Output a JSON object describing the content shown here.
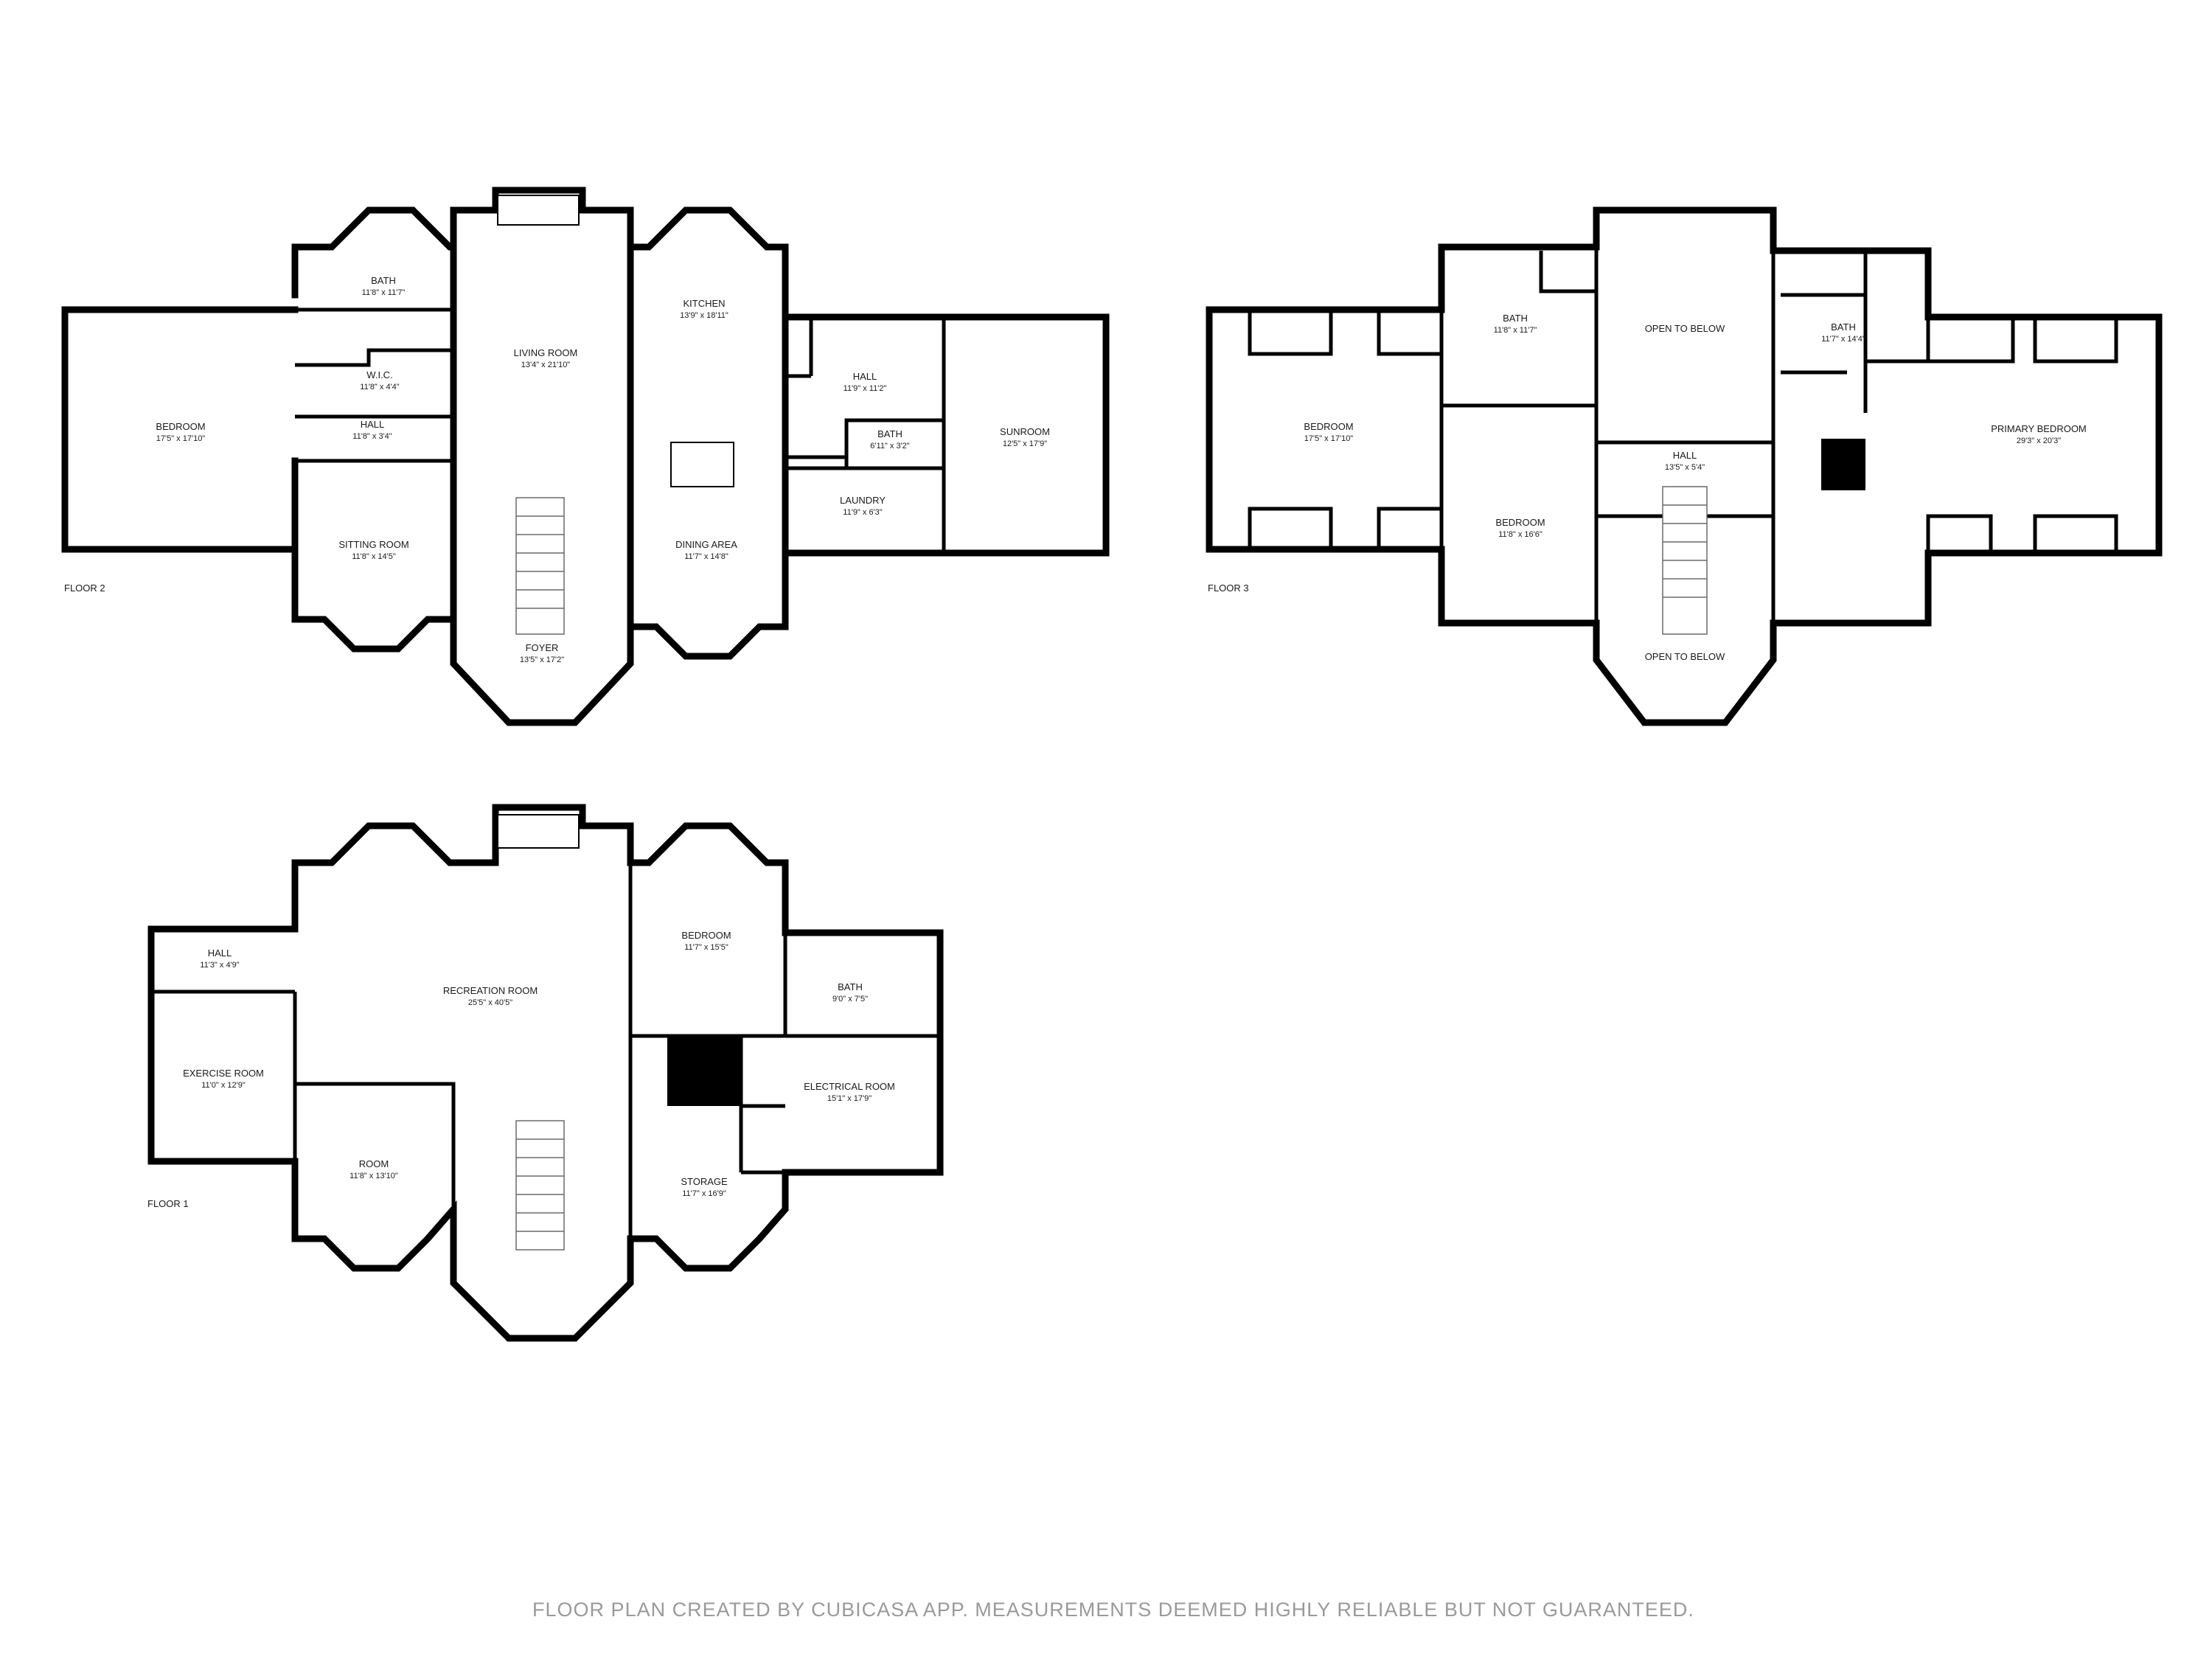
{
  "floors": {
    "floor2": {
      "label": "FLOOR 2",
      "rooms": {
        "bedroom": {
          "name": "BEDROOM",
          "dim": "17'5\" x 17'10\""
        },
        "bath": {
          "name": "BATH",
          "dim": "11'8\" x 11'7\""
        },
        "wic": {
          "name": "W.I.C.",
          "dim": "11'8\" x 4'4\""
        },
        "hall": {
          "name": "HALL",
          "dim": "11'8\" x 3'4\""
        },
        "sitting": {
          "name": "SITTING ROOM",
          "dim": "11'8\" x 14'5\""
        },
        "living": {
          "name": "LIVING ROOM",
          "dim": "13'4\" x 21'10\""
        },
        "foyer": {
          "name": "FOYER",
          "dim": "13'5\" x 17'2\""
        },
        "kitchen": {
          "name": "KITCHEN",
          "dim": "13'9\" x 18'11\""
        },
        "dining": {
          "name": "DINING AREA",
          "dim": "11'7\" x 14'8\""
        },
        "hall2": {
          "name": "HALL",
          "dim": "11'9\" x 11'2\""
        },
        "bath2": {
          "name": "BATH",
          "dim": "6'11\" x 3'2\""
        },
        "laundry": {
          "name": "LAUNDRY",
          "dim": "11'9\" x 6'3\""
        },
        "sunroom": {
          "name": "SUNROOM",
          "dim": "12'5\" x 17'9\""
        }
      }
    },
    "floor3": {
      "label": "FLOOR 3",
      "rooms": {
        "bedroom_w": {
          "name": "BEDROOM",
          "dim": "17'5\" x 17'10\""
        },
        "bath_w": {
          "name": "BATH",
          "dim": "11'8\" x 11'7\""
        },
        "open_top": {
          "name": "OPEN TO BELOW"
        },
        "bath_e": {
          "name": "BATH",
          "dim": "11'7\" x 14'4\""
        },
        "primary": {
          "name": "PRIMARY BEDROOM",
          "dim": "29'3\" x 20'3\""
        },
        "hall": {
          "name": "HALL",
          "dim": "13'5\" x 5'4\""
        },
        "bedroom_c": {
          "name": "BEDROOM",
          "dim": "11'8\" x 16'6\""
        },
        "open_bottom": {
          "name": "OPEN TO BELOW"
        }
      }
    },
    "floor1": {
      "label": "FLOOR 1",
      "rooms": {
        "hall": {
          "name": "HALL",
          "dim": "11'3\" x 4'9\""
        },
        "exercise": {
          "name": "EXERCISE ROOM",
          "dim": "11'0\" x 12'9\""
        },
        "recreation": {
          "name": "RECREATION ROOM",
          "dim": "25'5\" x 40'5\""
        },
        "room": {
          "name": "ROOM",
          "dim": "11'8\" x 13'10\""
        },
        "bedroom": {
          "name": "BEDROOM",
          "dim": "11'7\" x 15'5\""
        },
        "bath": {
          "name": "BATH",
          "dim": "9'0\" x 7'5\""
        },
        "electrical": {
          "name": "ELECTRICAL ROOM",
          "dim": "15'1\" x 17'9\""
        },
        "storage": {
          "name": "STORAGE",
          "dim": "11'7\" x 16'9\""
        }
      }
    }
  },
  "footer": "FLOOR PLAN CREATED BY CUBICASA APP. MEASUREMENTS DEEMED HIGHLY RELIABLE BUT NOT GUARANTEED."
}
